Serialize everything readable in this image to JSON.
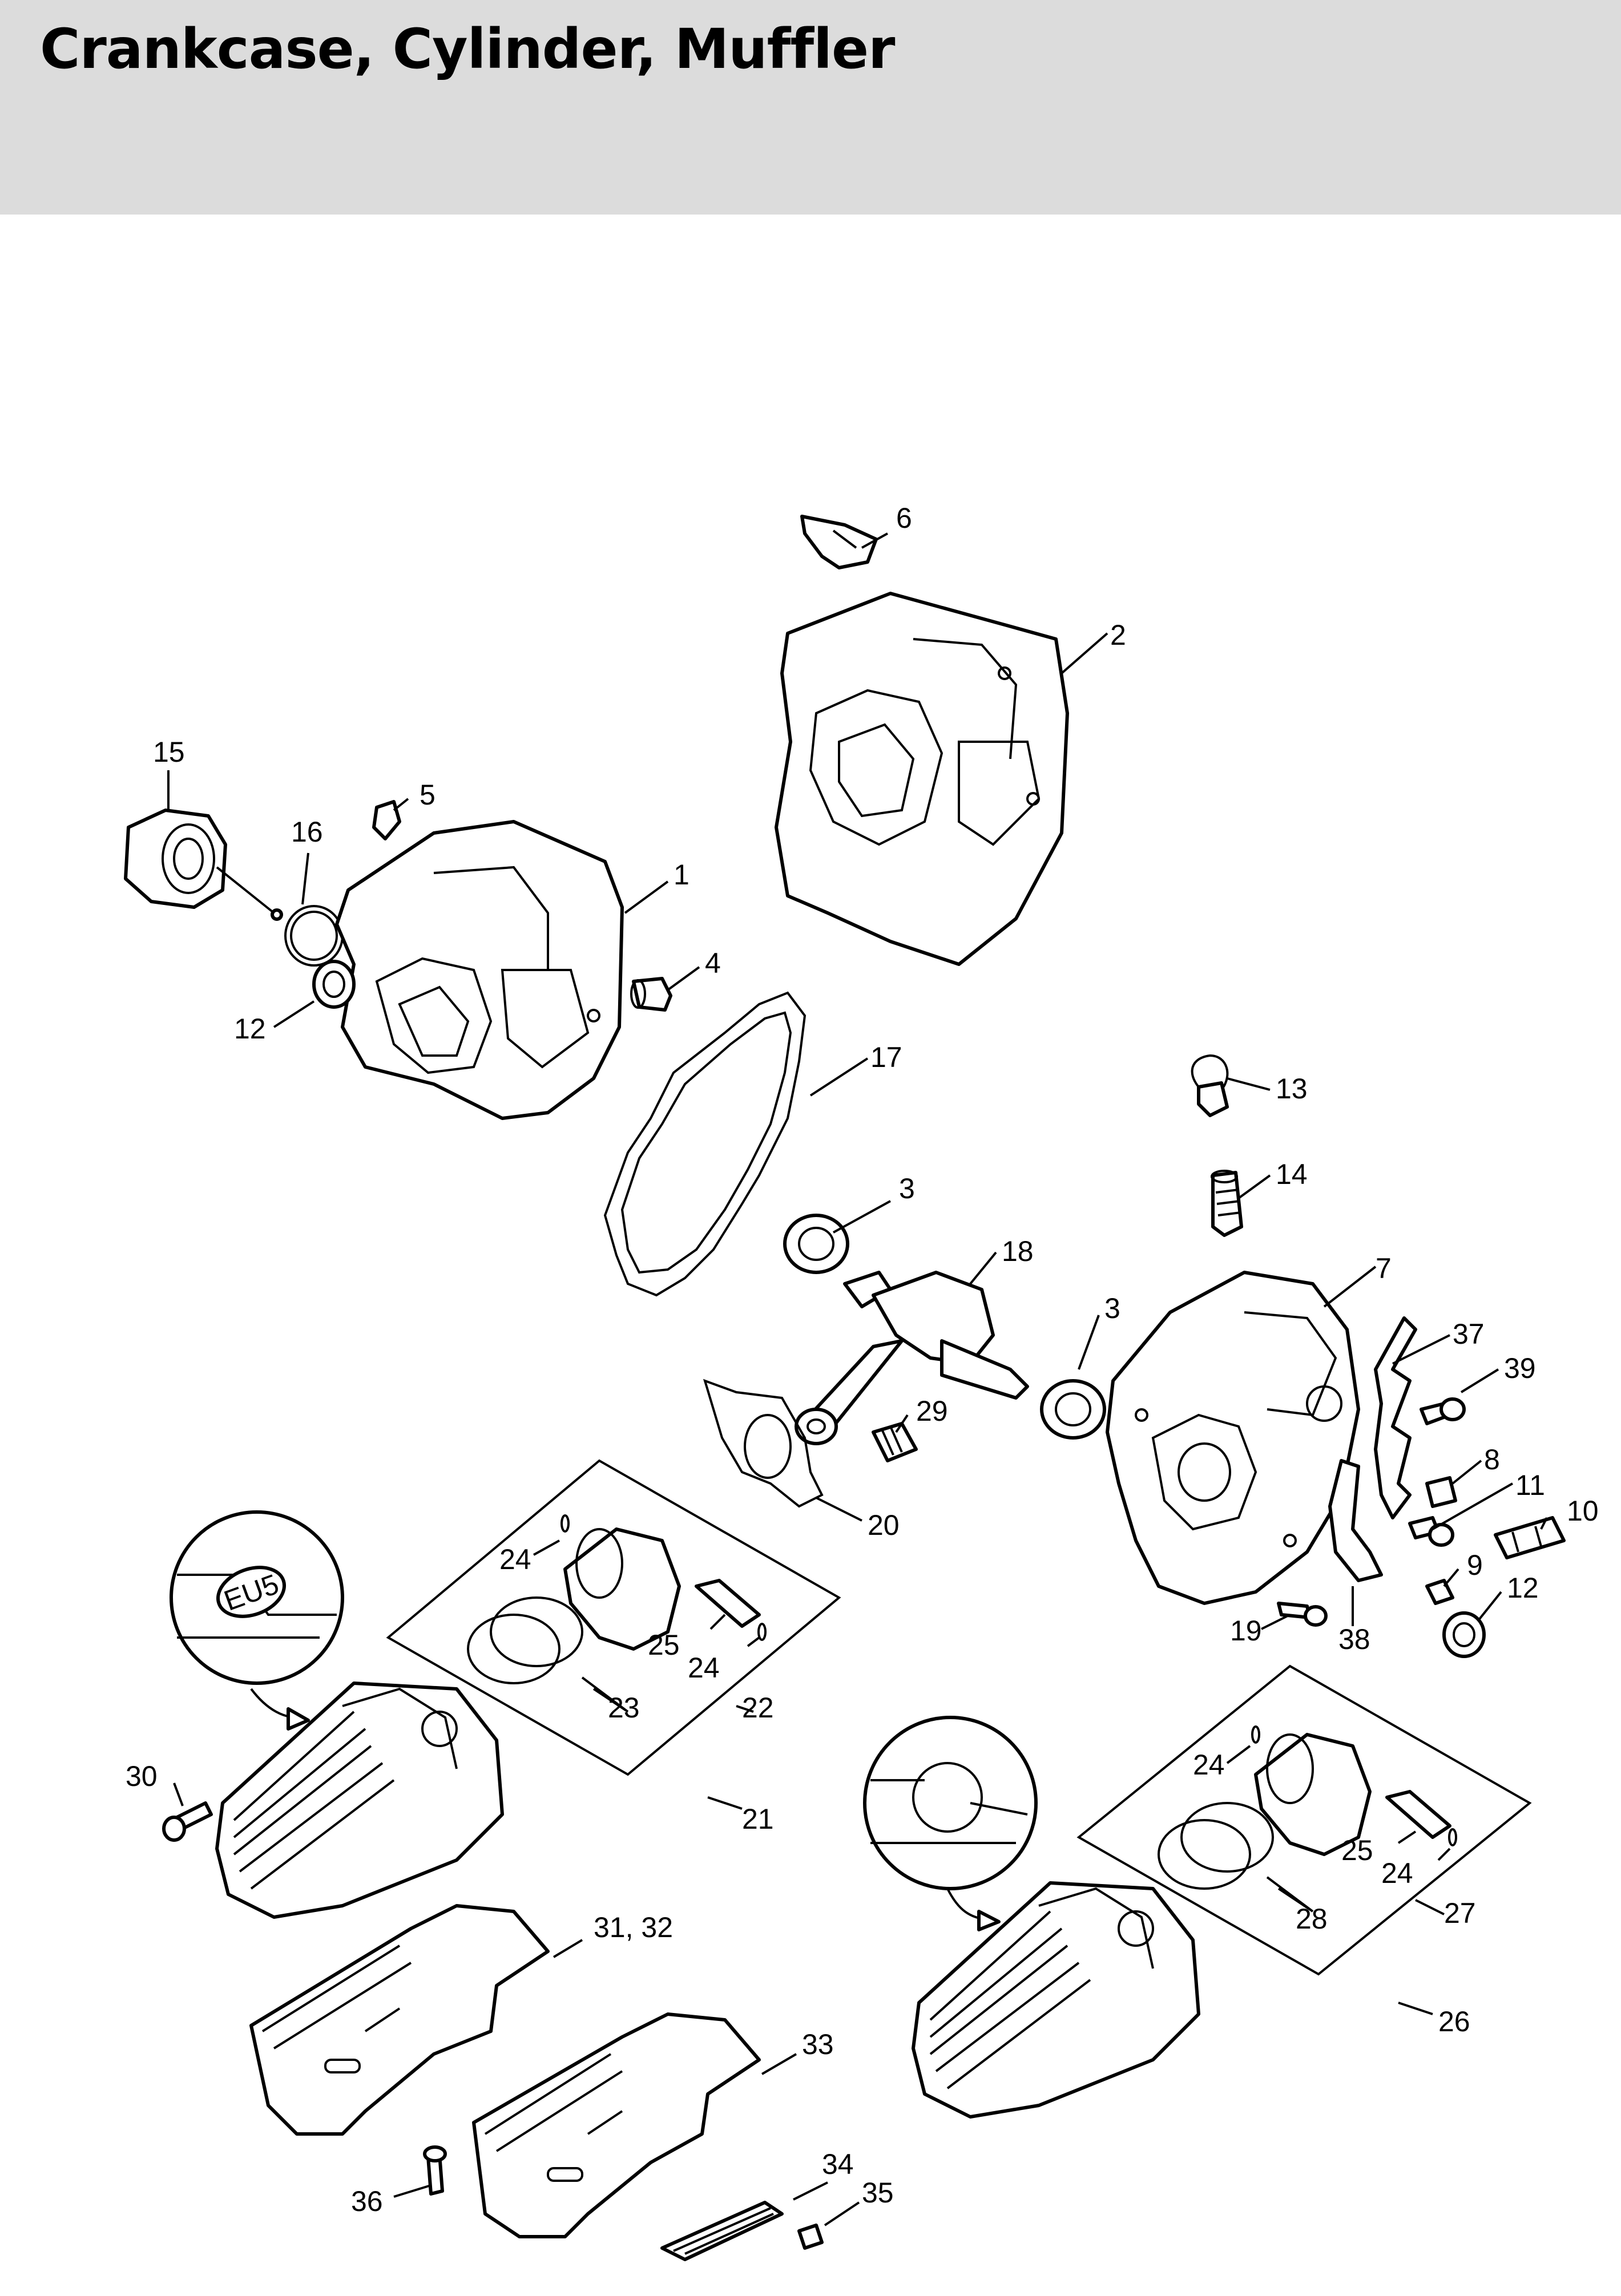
{
  "header": {
    "title": "Crankcase, Cylinder, Muffler"
  },
  "stamp_text": "EU5",
  "callouts": [
    {
      "id": "c6",
      "text": "6"
    },
    {
      "id": "c2",
      "text": "2"
    },
    {
      "id": "c15",
      "text": "15"
    },
    {
      "id": "c5",
      "text": "5"
    },
    {
      "id": "c16",
      "text": "16"
    },
    {
      "id": "c1",
      "text": "1"
    },
    {
      "id": "c4",
      "text": "4"
    },
    {
      "id": "c12a",
      "text": "12"
    },
    {
      "id": "c17",
      "text": "17"
    },
    {
      "id": "c13",
      "text": "13"
    },
    {
      "id": "c14",
      "text": "14"
    },
    {
      "id": "c3a",
      "text": "3"
    },
    {
      "id": "c18",
      "text": "18"
    },
    {
      "id": "c7",
      "text": "7"
    },
    {
      "id": "c3b",
      "text": "3"
    },
    {
      "id": "c37",
      "text": "37"
    },
    {
      "id": "c39",
      "text": "39"
    },
    {
      "id": "c29",
      "text": "29"
    },
    {
      "id": "c8",
      "text": "8"
    },
    {
      "id": "c11",
      "text": "11"
    },
    {
      "id": "c10",
      "text": "10"
    },
    {
      "id": "c20",
      "text": "20"
    },
    {
      "id": "c9",
      "text": "9"
    },
    {
      "id": "c12b",
      "text": "12"
    },
    {
      "id": "c19",
      "text": "19"
    },
    {
      "id": "c38",
      "text": "38"
    },
    {
      "id": "c24a",
      "text": "24"
    },
    {
      "id": "c25a",
      "text": "25"
    },
    {
      "id": "c24b",
      "text": "24"
    },
    {
      "id": "c23",
      "text": "23"
    },
    {
      "id": "c22",
      "text": "22"
    },
    {
      "id": "c30",
      "text": "30"
    },
    {
      "id": "c21",
      "text": "21"
    },
    {
      "id": "c24c",
      "text": "24"
    },
    {
      "id": "c25b",
      "text": "25"
    },
    {
      "id": "c24d",
      "text": "24"
    },
    {
      "id": "c28",
      "text": "28"
    },
    {
      "id": "c27",
      "text": "27"
    },
    {
      "id": "c3132",
      "text": "31, 32"
    },
    {
      "id": "c26",
      "text": "26"
    },
    {
      "id": "c33",
      "text": "33"
    },
    {
      "id": "c34",
      "text": "34"
    },
    {
      "id": "c35",
      "text": "35"
    },
    {
      "id": "c36",
      "text": "36"
    }
  ]
}
